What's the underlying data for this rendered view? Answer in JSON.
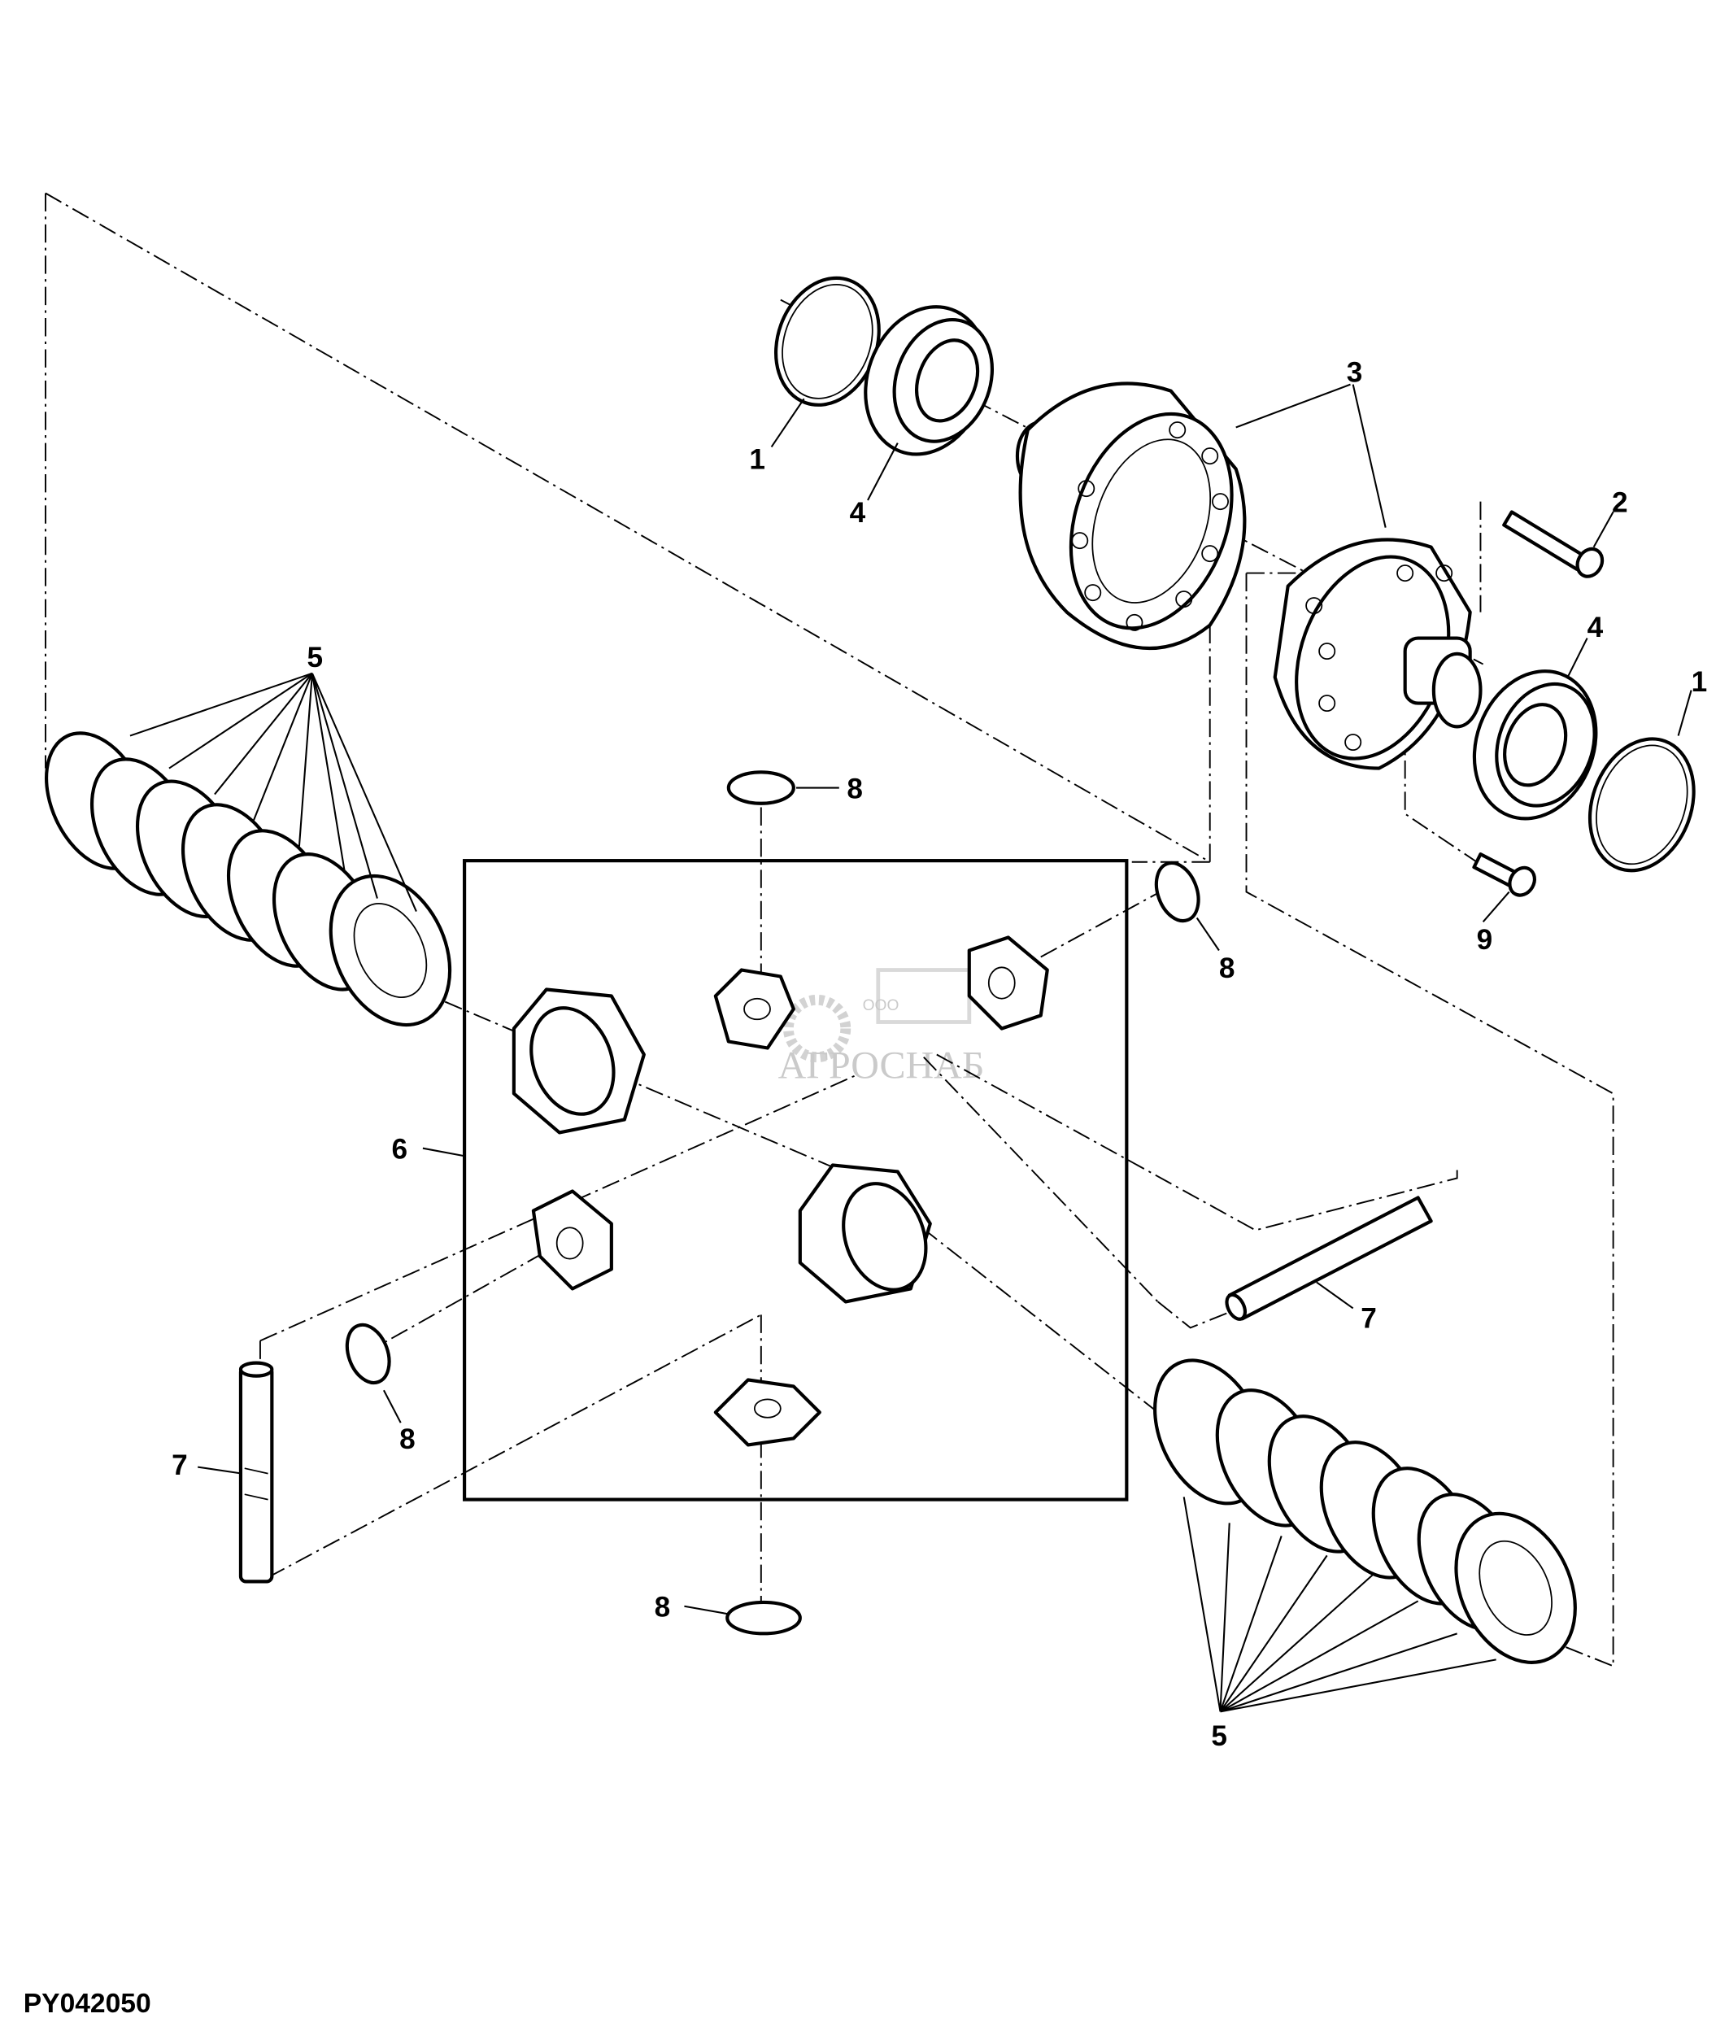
{
  "diagram": {
    "figure_code": "PY042050",
    "watermark": {
      "prefix": "ООО",
      "name": "АГРОСНАБ"
    },
    "callouts": [
      {
        "id": "callout-1-left",
        "text": "1"
      },
      {
        "id": "callout-4-left",
        "text": "4"
      },
      {
        "id": "callout-3",
        "text": "3"
      },
      {
        "id": "callout-2",
        "text": "2"
      },
      {
        "id": "callout-4-right",
        "text": "4"
      },
      {
        "id": "callout-1-right",
        "text": "1"
      },
      {
        "id": "callout-9",
        "text": "9"
      },
      {
        "id": "callout-5-top",
        "text": "5"
      },
      {
        "id": "callout-8-top",
        "text": "8"
      },
      {
        "id": "callout-8-right",
        "text": "8"
      },
      {
        "id": "callout-6",
        "text": "6"
      },
      {
        "id": "callout-7-right",
        "text": "7"
      },
      {
        "id": "callout-8-left",
        "text": "8"
      },
      {
        "id": "callout-7-left",
        "text": "7"
      },
      {
        "id": "callout-8-bottom",
        "text": "8"
      },
      {
        "id": "callout-5-bottom",
        "text": "5"
      }
    ]
  }
}
